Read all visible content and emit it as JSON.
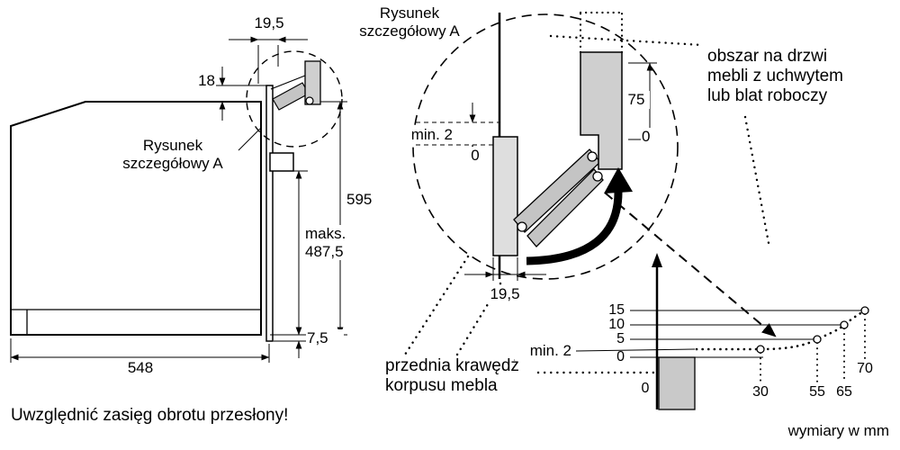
{
  "labels": {
    "detail_ref_top_l1": "Rysunek",
    "detail_ref_top_l2": "szczegółowy A",
    "detail_ref_left_l1": "Rysunek",
    "detail_ref_left_l2": "szczegółowy A"
  },
  "oven": {
    "dim_19_5": "19,5",
    "dim_18": "18",
    "dim_595": "595",
    "dim_maks_l1": "maks.",
    "dim_maks_l2": "487,5",
    "dim_7_5": "7,5",
    "dim_548": "548",
    "note": "Uwzględnić zasięg obrotu przesłony!"
  },
  "detail": {
    "dim_min2": "min. 2",
    "dim_0_front": "0",
    "dim_75": "75",
    "dim_0_top": "0",
    "dim_19_5": "19,5"
  },
  "notes": {
    "area_l1": "obszar na drzwi",
    "area_l2": "mebli z uchwytem",
    "area_l3": "lub blat roboczy",
    "edge_l1": "przednia krawędź",
    "edge_l2": "korpusu mebla",
    "units": "wymiary w mm"
  },
  "chart": {
    "min2": "min. 2",
    "y_labels": [
      "15",
      "10",
      "5",
      "0"
    ],
    "x_zero": "0",
    "x_labels": [
      "30",
      "55",
      "65",
      "70"
    ]
  },
  "chart_data": {
    "type": "line",
    "x": [
      30,
      55,
      65,
      70
    ],
    "y": [
      2,
      5,
      10,
      15
    ],
    "x_axis_ticks": [
      0,
      30,
      55,
      65,
      70
    ],
    "y_axis_ticks": [
      0,
      5,
      10,
      15
    ],
    "annotation": "min. 2",
    "units_note": "wymiary w mm"
  }
}
